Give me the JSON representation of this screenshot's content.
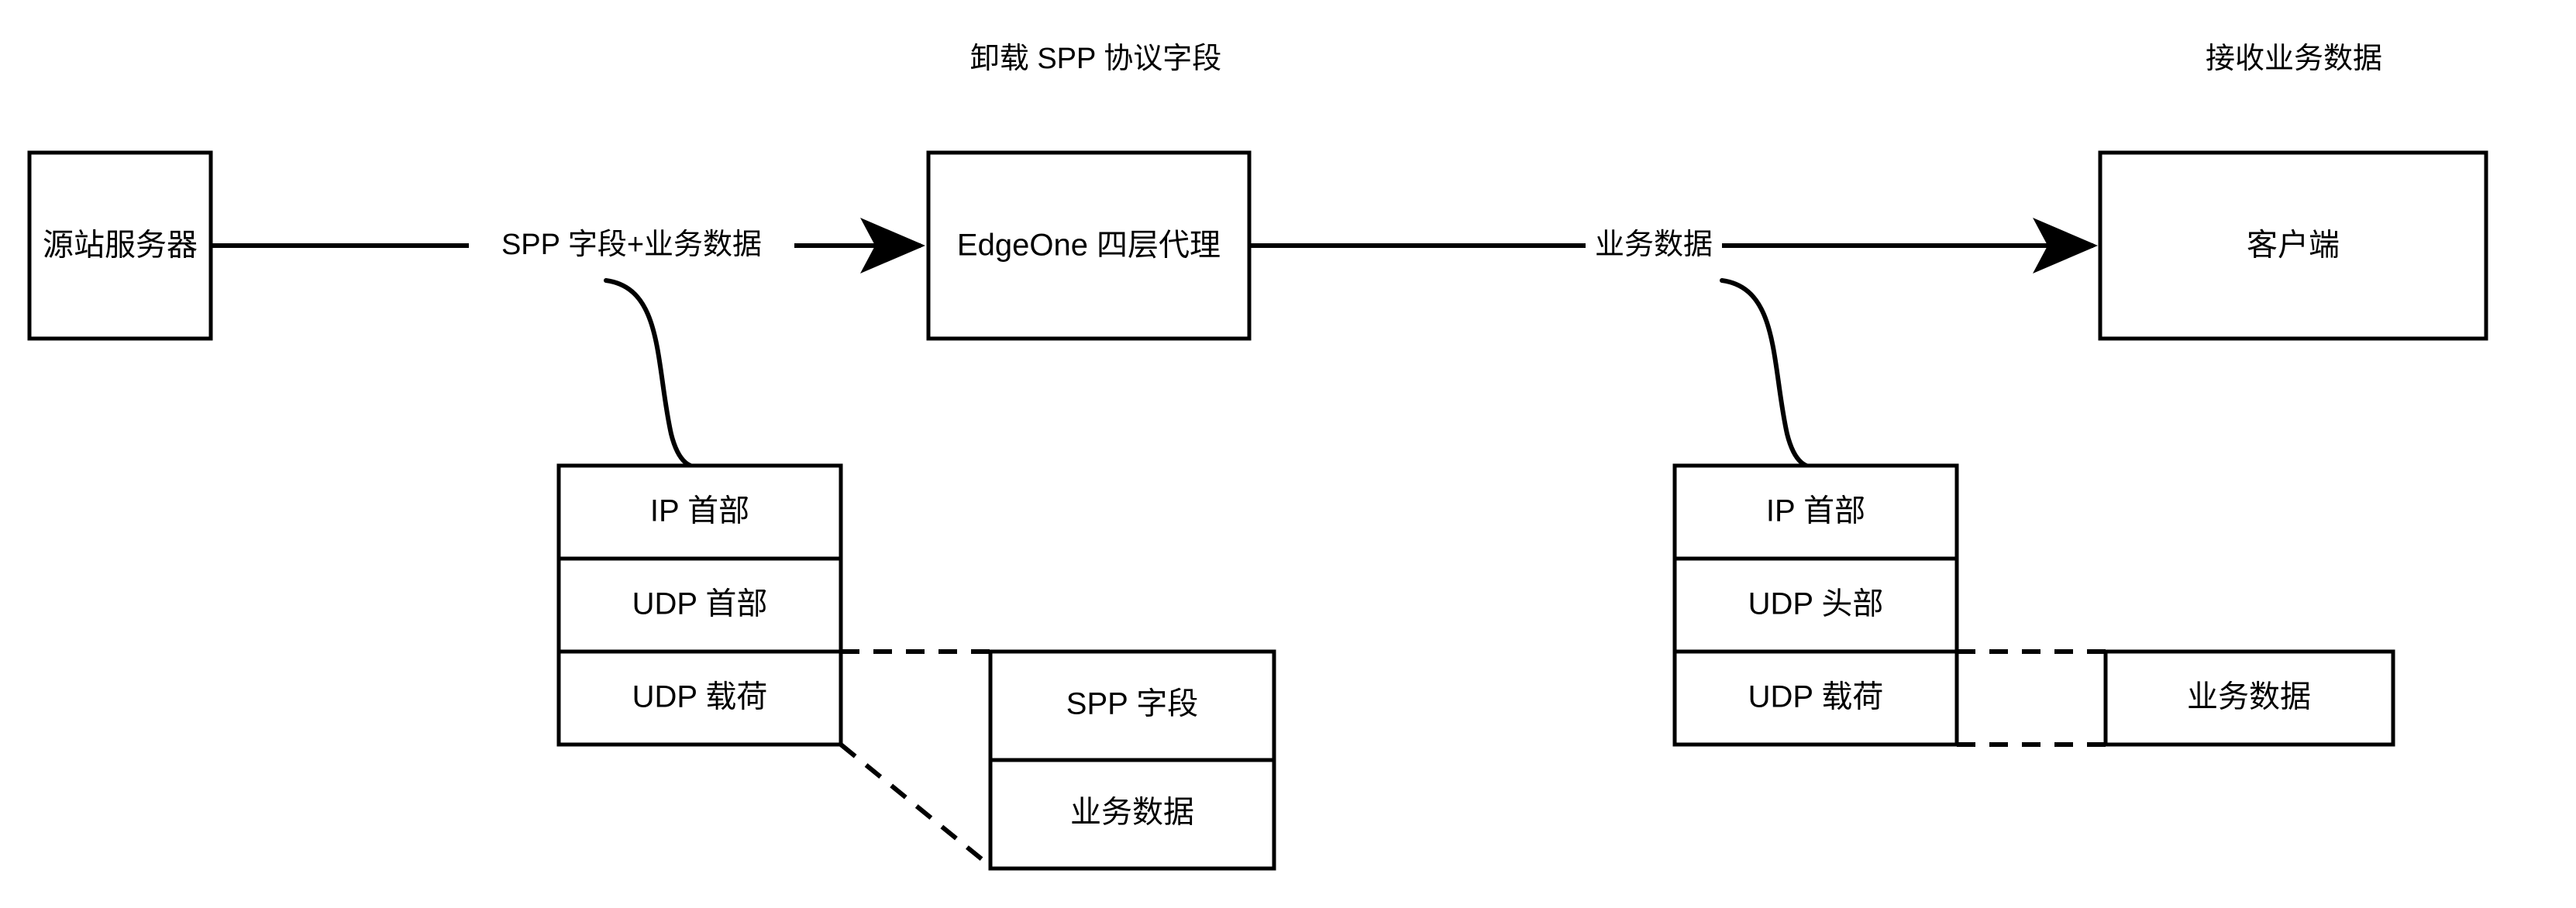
{
  "diagram": {
    "title_offload": "卸载 SPP 协议字段",
    "title_receive": "接收业务数据",
    "nodes": {
      "origin_server": "源站服务器",
      "edgeone_proxy": "EdgeOne 四层代理",
      "client": "客户端"
    },
    "edges": {
      "origin_to_proxy": "SPP 字段+业务数据",
      "proxy_to_client": "业务数据"
    },
    "packet_left": {
      "rows": [
        "IP 首部",
        "UDP 首部",
        "UDP 载荷"
      ]
    },
    "packet_left_detail": {
      "rows": [
        "SPP 字段",
        "业务数据"
      ]
    },
    "packet_right": {
      "rows": [
        "IP 首部",
        "UDP 头部",
        "UDP 载荷"
      ]
    },
    "packet_right_detail": {
      "rows": [
        "业务数据"
      ]
    },
    "colors": {
      "stroke": "#000000",
      "fill": "#ffffff",
      "background": "#ffffff"
    }
  }
}
